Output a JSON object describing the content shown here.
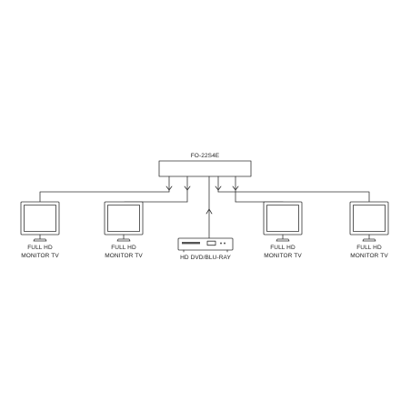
{
  "splitter": {
    "model": "FO-22S4E"
  },
  "source": {
    "label": "HD DVD/BLU-RAY"
  },
  "monitors": [
    {
      "line1": "FULL HD",
      "line2": "MONITOR TV"
    },
    {
      "line1": "FULL HD",
      "line2": "MONITOR TV"
    },
    {
      "line1": "FULL HD",
      "line2": "MONITOR TV"
    },
    {
      "line1": "FULL HD",
      "line2": "MONITOR TV"
    }
  ],
  "colors": {
    "line": "#333333",
    "fill": "#ffffff",
    "text": "#222222"
  }
}
